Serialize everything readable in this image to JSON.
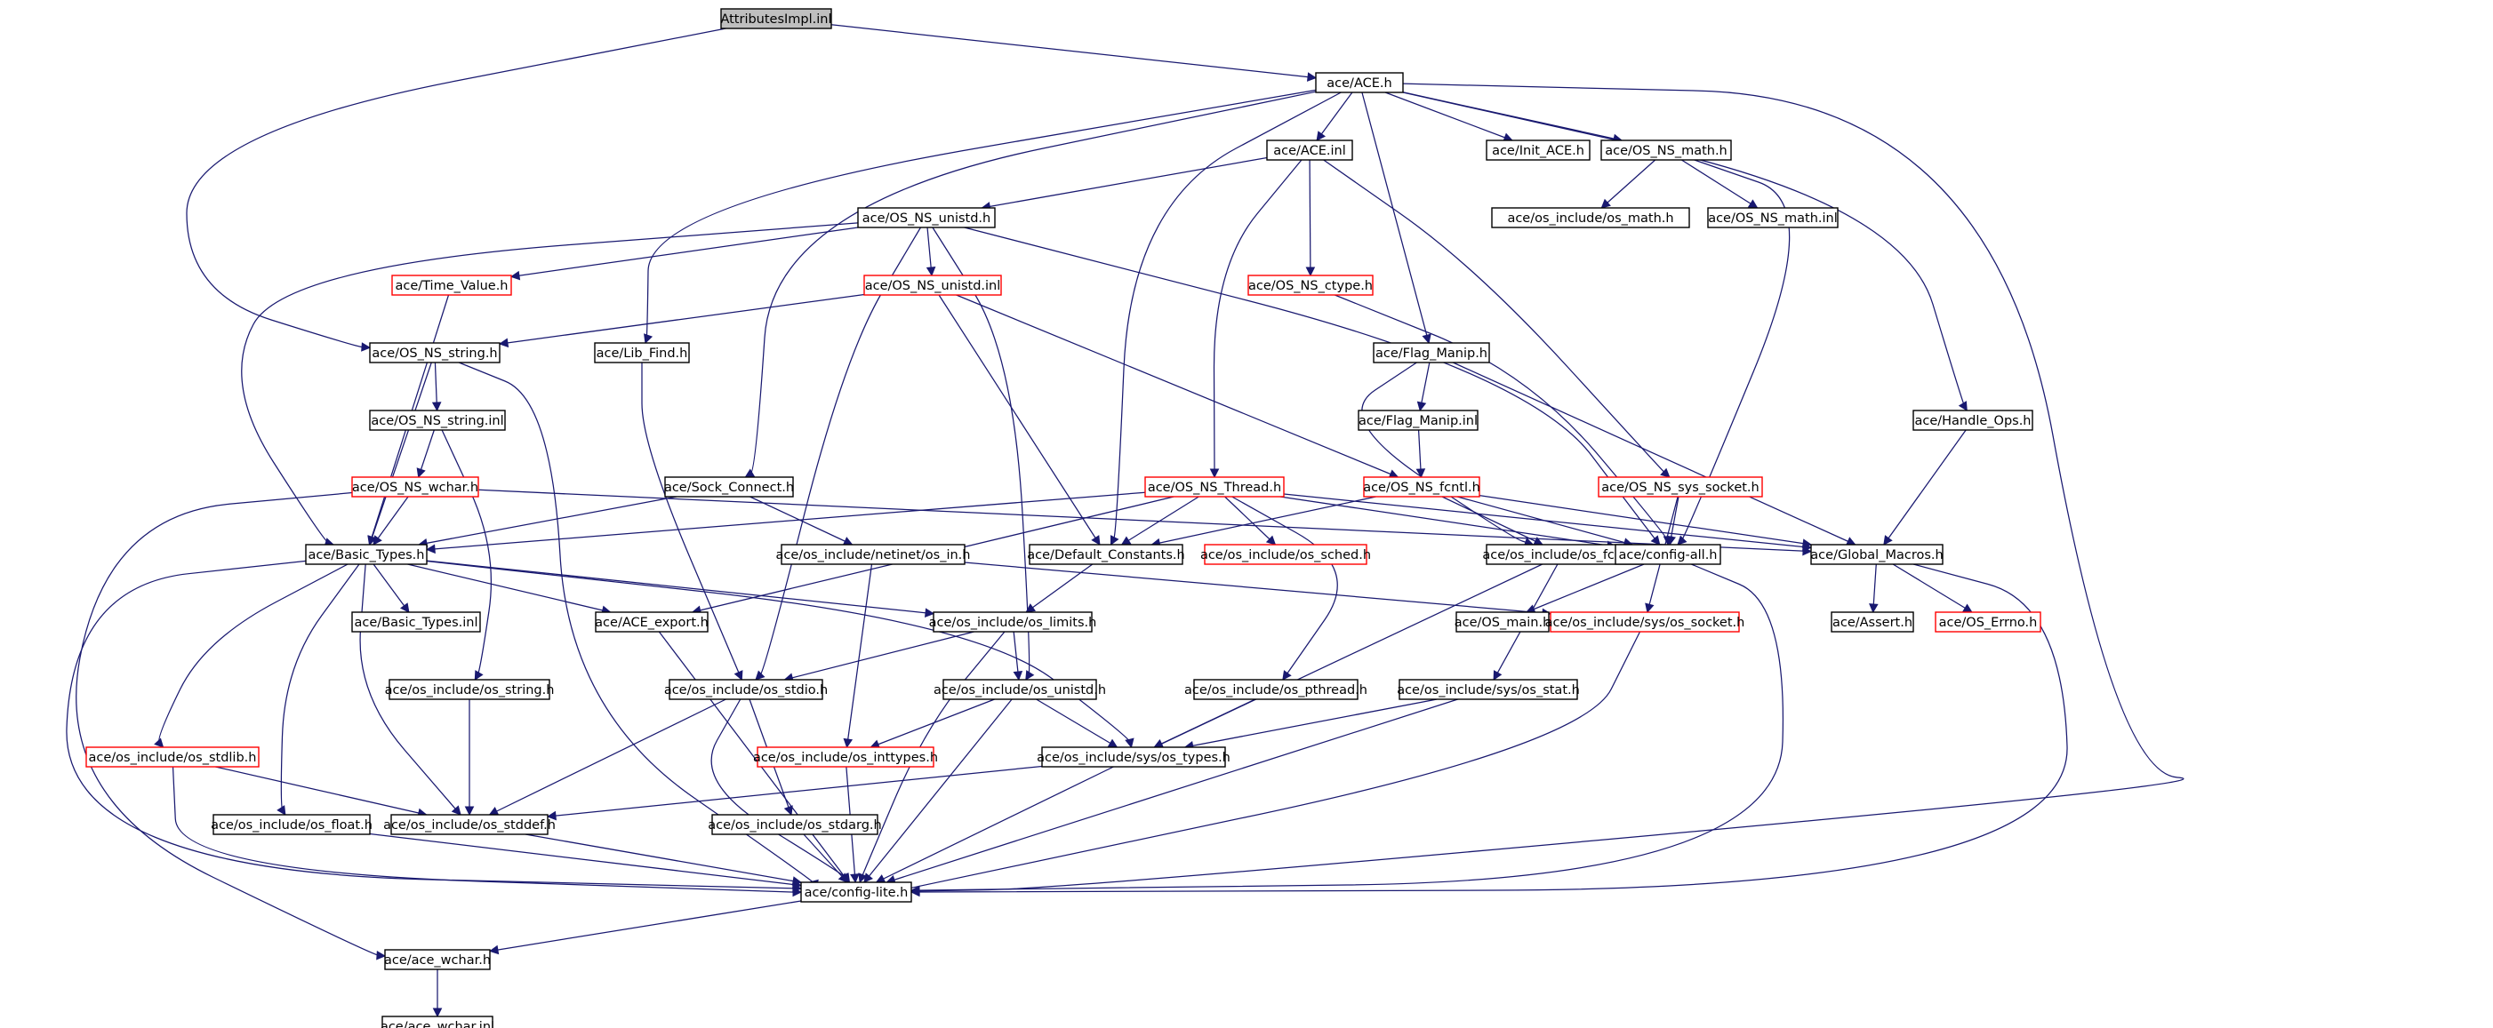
{
  "diagram": {
    "nodes": [
      {
        "id": "root",
        "label": "AttributesImpl.inl",
        "style": "root"
      },
      {
        "id": "ace_h",
        "label": "ace/ACE.h",
        "style": "normal"
      },
      {
        "id": "ace_inl",
        "label": "ace/ACE.inl",
        "style": "normal"
      },
      {
        "id": "init_ace",
        "label": "ace/Init_ACE.h",
        "style": "normal"
      },
      {
        "id": "os_ns_math_h",
        "label": "ace/OS_NS_math.h",
        "style": "normal"
      },
      {
        "id": "os_math_h",
        "label": "ace/os_include/os_math.h",
        "style": "normal"
      },
      {
        "id": "os_ns_math_inl",
        "label": "ace/OS_NS_math.inl",
        "style": "normal"
      },
      {
        "id": "os_ns_unistd_h",
        "label": "ace/OS_NS_unistd.h",
        "style": "normal"
      },
      {
        "id": "time_value",
        "label": "ace/Time_Value.h",
        "style": "red"
      },
      {
        "id": "os_ns_unistd_inl",
        "label": "ace/OS_NS_unistd.inl",
        "style": "red"
      },
      {
        "id": "os_ns_ctype",
        "label": "ace/OS_NS_ctype.h",
        "style": "red"
      },
      {
        "id": "os_ns_string_h",
        "label": "ace/OS_NS_string.h",
        "style": "normal"
      },
      {
        "id": "lib_find",
        "label": "ace/Lib_Find.h",
        "style": "normal"
      },
      {
        "id": "flag_manip_h",
        "label": "ace/Flag_Manip.h",
        "style": "normal"
      },
      {
        "id": "handle_ops",
        "label": "ace/Handle_Ops.h",
        "style": "normal"
      },
      {
        "id": "os_ns_string_inl",
        "label": "ace/OS_NS_string.inl",
        "style": "normal"
      },
      {
        "id": "flag_manip_inl",
        "label": "ace/Flag_Manip.inl",
        "style": "normal"
      },
      {
        "id": "os_ns_wchar",
        "label": "ace/OS_NS_wchar.h",
        "style": "red"
      },
      {
        "id": "sock_connect",
        "label": "ace/Sock_Connect.h",
        "style": "normal"
      },
      {
        "id": "os_ns_thread",
        "label": "ace/OS_NS_Thread.h",
        "style": "red"
      },
      {
        "id": "os_ns_fcntl",
        "label": "ace/OS_NS_fcntl.h",
        "style": "red"
      },
      {
        "id": "os_ns_sys_socket",
        "label": "ace/OS_NS_sys_socket.h",
        "style": "red"
      },
      {
        "id": "basic_types_h",
        "label": "ace/Basic_Types.h",
        "style": "normal"
      },
      {
        "id": "netinet_in",
        "label": "ace/os_include/netinet/os_in.h",
        "style": "normal"
      },
      {
        "id": "default_constants",
        "label": "ace/Default_Constants.h",
        "style": "normal"
      },
      {
        "id": "os_sched",
        "label": "ace/os_include/os_sched.h",
        "style": "red"
      },
      {
        "id": "os_fcntl",
        "label": "ace/os_include/os_fcntl.h",
        "style": "normal"
      },
      {
        "id": "config_all",
        "label": "ace/config-all.h",
        "style": "normal"
      },
      {
        "id": "global_macros",
        "label": "ace/Global_Macros.h",
        "style": "normal"
      },
      {
        "id": "basic_types_inl",
        "label": "ace/Basic_Types.inl",
        "style": "normal"
      },
      {
        "id": "ace_export",
        "label": "ace/ACE_export.h",
        "style": "normal"
      },
      {
        "id": "os_limits",
        "label": "ace/os_include/os_limits.h",
        "style": "normal"
      },
      {
        "id": "os_main",
        "label": "ace/OS_main.h",
        "style": "normal"
      },
      {
        "id": "sys_os_socket",
        "label": "ace/os_include/sys/os_socket.h",
        "style": "red"
      },
      {
        "id": "assert_h",
        "label": "ace/Assert.h",
        "style": "normal"
      },
      {
        "id": "os_errno",
        "label": "ace/OS_Errno.h",
        "style": "red"
      },
      {
        "id": "os_string",
        "label": "ace/os_include/os_string.h",
        "style": "normal"
      },
      {
        "id": "os_stdio",
        "label": "ace/os_include/os_stdio.h",
        "style": "normal"
      },
      {
        "id": "os_unistd",
        "label": "ace/os_include/os_unistd.h",
        "style": "normal"
      },
      {
        "id": "os_pthread",
        "label": "ace/os_include/os_pthread.h",
        "style": "normal"
      },
      {
        "id": "sys_os_stat",
        "label": "ace/os_include/sys/os_stat.h",
        "style": "normal"
      },
      {
        "id": "os_stdlib",
        "label": "ace/os_include/os_stdlib.h",
        "style": "red"
      },
      {
        "id": "os_inttypes",
        "label": "ace/os_include/os_inttypes.h",
        "style": "red"
      },
      {
        "id": "sys_os_types",
        "label": "ace/os_include/sys/os_types.h",
        "style": "normal"
      },
      {
        "id": "os_float",
        "label": "ace/os_include/os_float.h",
        "style": "normal"
      },
      {
        "id": "os_stddef",
        "label": "ace/os_include/os_stddef.h",
        "style": "normal"
      },
      {
        "id": "os_stdarg",
        "label": "ace/os_include/os_stdarg.h",
        "style": "normal"
      },
      {
        "id": "config_lite",
        "label": "ace/config-lite.h",
        "style": "normal"
      },
      {
        "id": "ace_wchar_h",
        "label": "ace/ace_wchar.h",
        "style": "normal"
      },
      {
        "id": "ace_wchar_inl",
        "label": "ace/ace_wchar.inl",
        "style": "normal"
      }
    ],
    "edges": [
      [
        "root",
        "ace_h"
      ],
      [
        "root",
        "os_ns_string_h"
      ],
      [
        "ace_h",
        "ace_inl"
      ],
      [
        "ace_h",
        "init_ace"
      ],
      [
        "ace_h",
        "os_ns_math_h"
      ],
      [
        "ace_h",
        "lib_find"
      ],
      [
        "ace_h",
        "sock_connect"
      ],
      [
        "ace_h",
        "default_constants"
      ],
      [
        "ace_h",
        "flag_manip_h"
      ],
      [
        "ace_h",
        "handle_ops"
      ],
      [
        "ace_h",
        "config_lite"
      ],
      [
        "os_ns_math_h",
        "os_math_h"
      ],
      [
        "os_ns_math_h",
        "os_ns_math_inl"
      ],
      [
        "os_ns_math_h",
        "config_all"
      ],
      [
        "ace_inl",
        "os_ns_unistd_h"
      ],
      [
        "ace_inl",
        "os_ns_ctype"
      ],
      [
        "ace_inl",
        "os_ns_thread"
      ],
      [
        "ace_inl",
        "os_ns_sys_socket"
      ],
      [
        "os_ns_unistd_h",
        "time_value"
      ],
      [
        "os_ns_unistd_h",
        "os_ns_unistd_inl"
      ],
      [
        "os_ns_unistd_h",
        "basic_types_h"
      ],
      [
        "os_ns_unistd_h",
        "os_stdio"
      ],
      [
        "os_ns_unistd_h",
        "os_unistd"
      ],
      [
        "os_ns_unistd_h",
        "config_all"
      ],
      [
        "time_value",
        "basic_types_h"
      ],
      [
        "os_ns_unistd_inl",
        "os_ns_string_h"
      ],
      [
        "os_ns_unistd_inl",
        "default_constants"
      ],
      [
        "os_ns_unistd_inl",
        "os_ns_fcntl"
      ],
      [
        "os_ns_ctype",
        "config_all"
      ],
      [
        "os_ns_string_h",
        "os_ns_string_inl"
      ],
      [
        "os_ns_string_h",
        "basic_types_h"
      ],
      [
        "os_ns_string_h",
        "config_lite"
      ],
      [
        "os_ns_string_inl",
        "os_ns_wchar"
      ],
      [
        "os_ns_string_inl",
        "os_string"
      ],
      [
        "os_ns_wchar",
        "basic_types_h"
      ],
      [
        "os_ns_wchar",
        "ace_wchar_h"
      ],
      [
        "os_ns_wchar",
        "global_macros"
      ],
      [
        "lib_find",
        "os_stdio"
      ],
      [
        "sock_connect",
        "basic_types_h"
      ],
      [
        "sock_connect",
        "netinet_in"
      ],
      [
        "flag_manip_h",
        "flag_manip_inl"
      ],
      [
        "flag_manip_h",
        "global_macros"
      ],
      [
        "flag_manip_h",
        "os_fcntl"
      ],
      [
        "flag_manip_inl",
        "os_ns_fcntl"
      ],
      [
        "os_ns_thread",
        "basic_types_h"
      ],
      [
        "os_ns_thread",
        "default_constants"
      ],
      [
        "os_ns_thread",
        "os_sched"
      ],
      [
        "os_ns_thread",
        "config_all"
      ],
      [
        "os_ns_thread",
        "global_macros"
      ],
      [
        "os_ns_thread",
        "ace_export"
      ],
      [
        "os_ns_thread",
        "os_pthread"
      ],
      [
        "os_ns_fcntl",
        "os_fcntl"
      ],
      [
        "os_ns_fcntl",
        "config_all"
      ],
      [
        "os_ns_fcntl",
        "global_macros"
      ],
      [
        "os_ns_fcntl",
        "default_constants"
      ],
      [
        "os_ns_sys_socket",
        "config_all"
      ],
      [
        "os_ns_sys_socket",
        "sys_os_socket"
      ],
      [
        "handle_ops",
        "global_macros"
      ],
      [
        "basic_types_h",
        "basic_types_inl"
      ],
      [
        "basic_types_h",
        "ace_export"
      ],
      [
        "basic_types_h",
        "os_limits"
      ],
      [
        "basic_types_h",
        "os_stdlib"
      ],
      [
        "basic_types_h",
        "os_float"
      ],
      [
        "basic_types_h",
        "os_stddef"
      ],
      [
        "basic_types_h",
        "sys_os_types"
      ],
      [
        "basic_types_h",
        "config_lite"
      ],
      [
        "netinet_in",
        "os_inttypes"
      ],
      [
        "netinet_in",
        "sys_os_socket"
      ],
      [
        "default_constants",
        "os_limits"
      ],
      [
        "os_fcntl",
        "sys_os_stat"
      ],
      [
        "os_fcntl",
        "sys_os_types"
      ],
      [
        "config_all",
        "os_main"
      ],
      [
        "config_all",
        "config_lite"
      ],
      [
        "global_macros",
        "assert_h"
      ],
      [
        "global_macros",
        "os_errno"
      ],
      [
        "global_macros",
        "config_lite"
      ],
      [
        "ace_export",
        "config_lite"
      ],
      [
        "os_limits",
        "os_unistd"
      ],
      [
        "os_limits",
        "os_stdio"
      ],
      [
        "os_limits",
        "config_lite"
      ],
      [
        "sys_os_socket",
        "config_lite"
      ],
      [
        "os_string",
        "os_stddef"
      ],
      [
        "os_stdio",
        "os_stddef"
      ],
      [
        "os_stdio",
        "os_stdarg"
      ],
      [
        "os_stdio",
        "config_lite"
      ],
      [
        "os_unistd",
        "os_inttypes"
      ],
      [
        "os_unistd",
        "sys_os_types"
      ],
      [
        "os_unistd",
        "config_lite"
      ],
      [
        "os_pthread",
        "sys_os_types"
      ],
      [
        "sys_os_stat",
        "sys_os_types"
      ],
      [
        "sys_os_stat",
        "config_lite"
      ],
      [
        "os_stdlib",
        "os_stddef"
      ],
      [
        "os_stdlib",
        "config_lite"
      ],
      [
        "os_inttypes",
        "config_lite"
      ],
      [
        "sys_os_types",
        "os_stddef"
      ],
      [
        "sys_os_types",
        "config_lite"
      ],
      [
        "os_float",
        "config_lite"
      ],
      [
        "os_stddef",
        "config_lite"
      ],
      [
        "os_stdarg",
        "config_lite"
      ],
      [
        "config_lite",
        "ace_wchar_h"
      ],
      [
        "ace_wchar_h",
        "ace_wchar_inl"
      ]
    ],
    "colors": {
      "edge": "#191970",
      "node_border": "#000000",
      "highlight_border": "#ff0000",
      "root_fill": "#bfbfbf",
      "background": "#ffffff"
    }
  }
}
